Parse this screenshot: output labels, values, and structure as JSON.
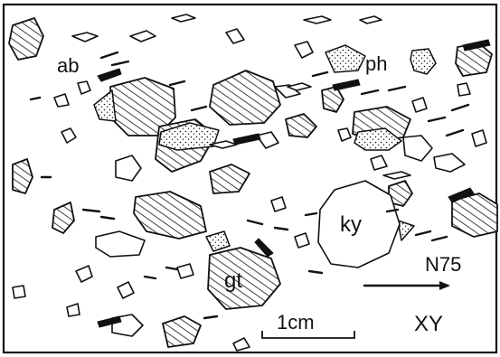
{
  "labels": {
    "ab": "ab",
    "ph": "ph",
    "ky": "ky",
    "gt": "gt",
    "direction": "N75",
    "scale": "1cm",
    "section": "XY"
  },
  "colors": {
    "ink": "#111111",
    "paper": "#ffffff"
  }
}
